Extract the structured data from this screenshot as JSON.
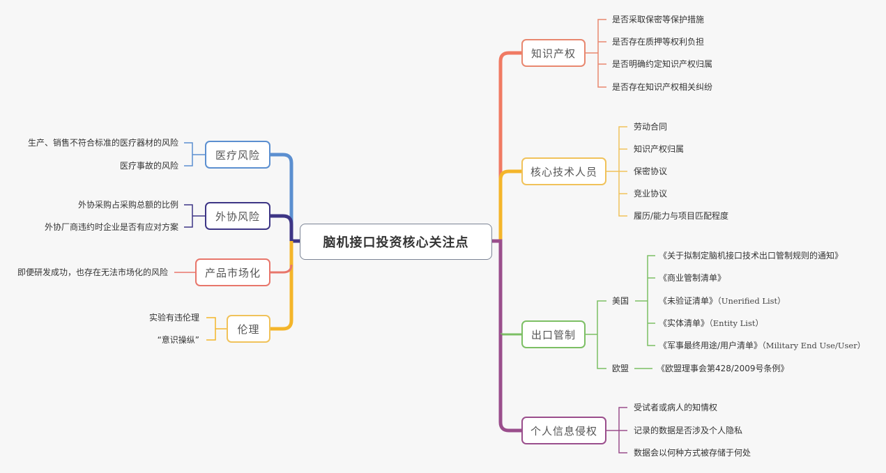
{
  "root": {
    "title": "脑机接口投资核心关注点"
  },
  "colors": {
    "ip": "#f07a63",
    "staff": "#f4b52a",
    "export": "#7cbf64",
    "privacy": "#9a4e8c",
    "medical": "#5b8fd0",
    "outsourcing": "#3d3585",
    "market": "#e8766b",
    "ethics": "#f4b52a"
  },
  "right_branches": [
    {
      "label": "知识产权",
      "items": [
        "是否采取保密等保护措施",
        "是否存在质押等权利负担",
        "是否明确约定知识产权归属",
        "是否存在知识产权相关纠纷"
      ]
    },
    {
      "label": "核心技术人员",
      "items": [
        "劳动合同",
        "知识产权归属",
        "保密协议",
        "竞业协议",
        "履历/能力与项目匹配程度"
      ]
    },
    {
      "label": "出口管制",
      "groups": [
        {
          "label": "美国",
          "items": [
            {
              "cn": "《关于拟制定脑机接口技术出口管制规则的通知》",
              "en": ""
            },
            {
              "cn": "《商业管制清单》",
              "en": ""
            },
            {
              "cn": "《未验证清单》",
              "en": "（Unerified List）"
            },
            {
              "cn": "《实体清单》",
              "en": "（Entity List）"
            },
            {
              "cn": "《军事最终用途/用户清单》",
              "en": "（Military End Use/User）"
            }
          ]
        },
        {
          "label": "欧盟",
          "items": [
            {
              "cn": "《欧盟理事会第428/2009号条例》",
              "en": ""
            }
          ]
        }
      ]
    },
    {
      "label": "个人信息侵权",
      "items": [
        "受试者或病人的知情权",
        "记录的数据是否涉及个人隐私",
        "数据会以何种方式被存储于何处"
      ]
    }
  ],
  "left_branches": [
    {
      "label": "医疗风险",
      "items": [
        "生产、销售不符合标准的医疗器材的风险",
        "医疗事故的风险"
      ]
    },
    {
      "label": "外协风险",
      "items": [
        "外协采购占采购总额的比例",
        "外协厂商违约时企业是否有应对方案"
      ]
    },
    {
      "label": "产品市场化",
      "items": [
        "即便研发成功，也存在无法市场化的风险"
      ]
    },
    {
      "label": "伦理",
      "items": [
        "实验有违伦理",
        "“意识操纵”"
      ]
    }
  ]
}
